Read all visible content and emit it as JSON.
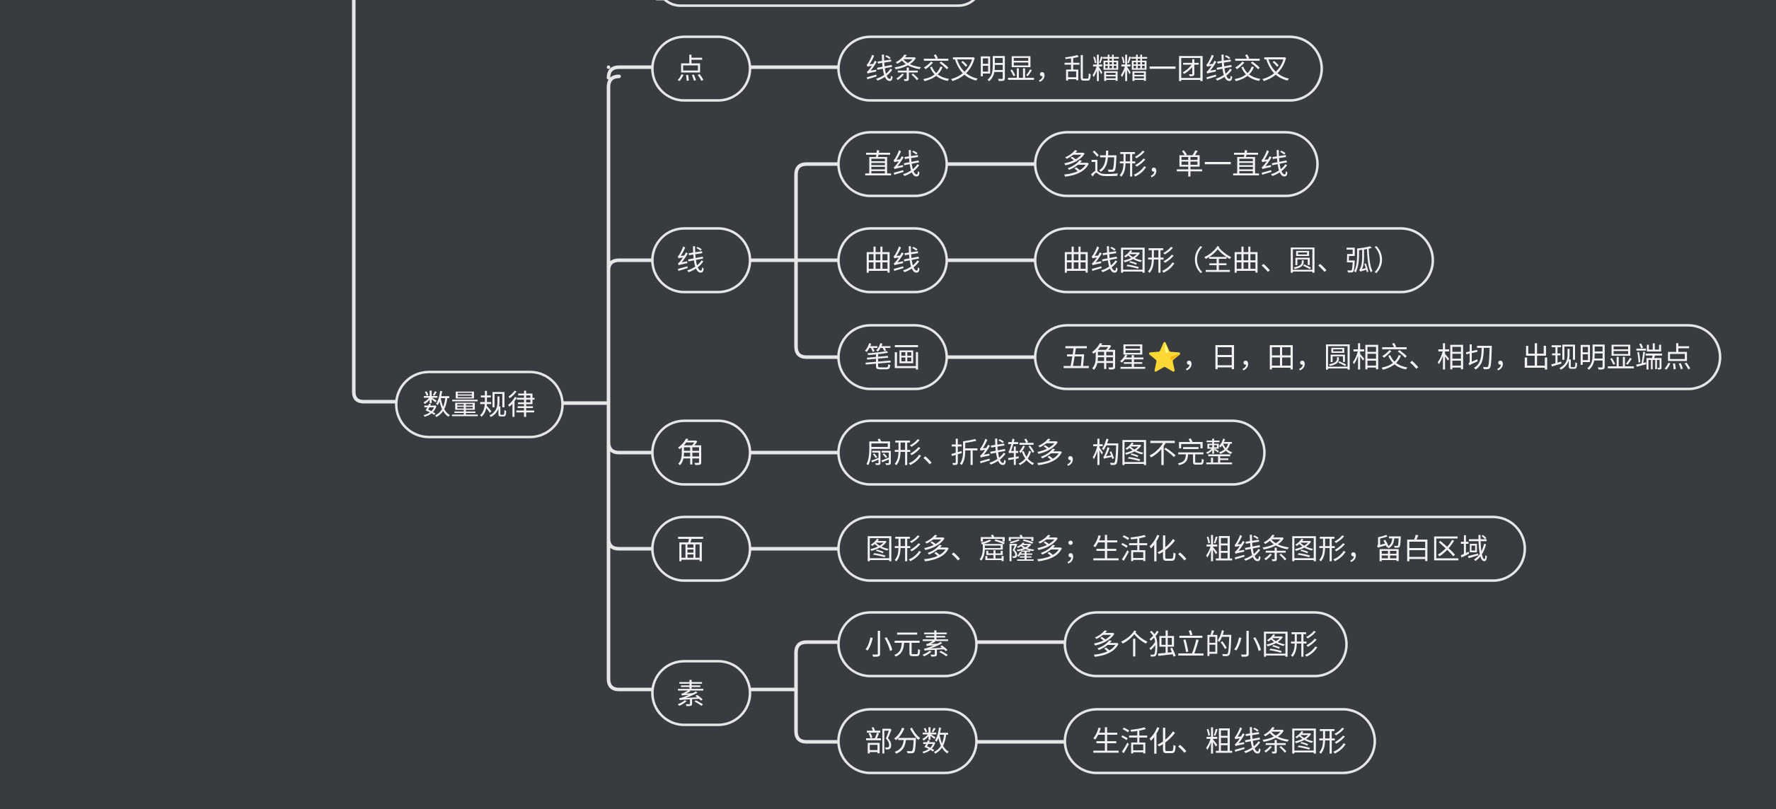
{
  "mindmap": {
    "branch": {
      "label": "数量规律",
      "children": [
        {
          "label": "点",
          "children": [
            {
              "label": "线条交叉明显，乱糟糟一团线交叉"
            }
          ]
        },
        {
          "label": "线",
          "children": [
            {
              "label": "直线",
              "children": [
                {
                  "label": "多边形，单一直线"
                }
              ]
            },
            {
              "label": "曲线",
              "children": [
                {
                  "label": "曲线图形（全曲、圆、弧）"
                }
              ]
            },
            {
              "label": "笔画",
              "children": [
                {
                  "label": "五角星⭐，日，田，圆相交、相切，出现明显端点",
                  "icon": "star-icon"
                }
              ]
            }
          ]
        },
        {
          "label": "角",
          "children": [
            {
              "label": "扇形、折线较多，构图不完整"
            }
          ]
        },
        {
          "label": "面",
          "children": [
            {
              "label": "图形多、窟窿多；生活化、粗线条图形，留白区域"
            }
          ]
        },
        {
          "label": "素",
          "children": [
            {
              "label": "小元素",
              "children": [
                {
                  "label": "多个独立的小图形"
                }
              ]
            },
            {
              "label": "部分数",
              "children": [
                {
                  "label": "生活化、粗线条图形"
                }
              ]
            }
          ]
        }
      ]
    },
    "colors": {
      "background": "#383b40",
      "line": "#e6e6e6",
      "text": "#f2f2f2"
    }
  }
}
